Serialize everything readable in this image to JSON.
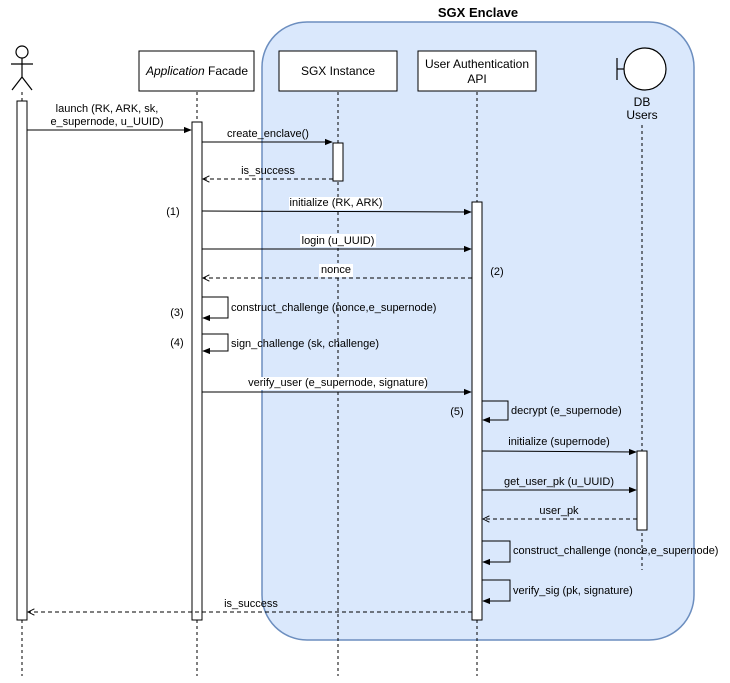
{
  "enclave": {
    "title": "SGX Enclave",
    "fill": "#dae8fc",
    "stroke": "#6c8ebf"
  },
  "participants": {
    "app_facade": {
      "italic": "Application",
      "rest": " Facade"
    },
    "sgx_instance": {
      "label": "SGX Instance"
    },
    "user_auth_api": {
      "line1": "User Authentication",
      "line2": "API"
    },
    "db_users": {
      "line1": "DB",
      "line2": "Users"
    }
  },
  "messages": {
    "launch": {
      "line1": "launch (RK, ARK, sk,",
      "line2": "e_supernode, u_UUID)"
    },
    "create_enclave": "create_enclave()",
    "is_success_1": "is_success",
    "initialize_rk_ark": "initialize (RK, ARK)",
    "login": "login (u_UUID)",
    "nonce": "nonce",
    "construct_challenge_1": "construct_challenge (nonce,e_supernode)",
    "sign_challenge": "sign_challenge (sk, challenge)",
    "verify_user": "verify_user (e_supernode, signature)",
    "decrypt": "decrypt (e_supernode)",
    "initialize_supernode": "initialize (supernode)",
    "get_user_pk": "get_user_pk (u_UUID)",
    "user_pk": "user_pk",
    "construct_challenge_2": "construct_challenge (nonce,e_supernode)",
    "verify_sig": "verify_sig (pk, signature)",
    "is_success_2": "is_success"
  },
  "steps": {
    "s1": "(1)",
    "s2": "(2)",
    "s3": "(3)",
    "s4": "(4)",
    "s5": "(5)"
  }
}
